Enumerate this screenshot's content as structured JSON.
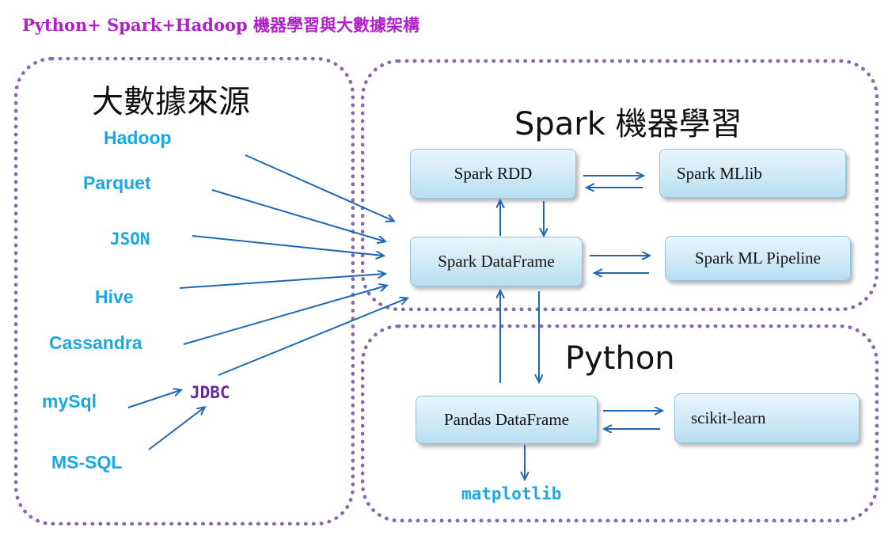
{
  "title": "Python+ Spark+Hadoop 機器學習與大數據架構",
  "colors": {
    "title": "#b020c8",
    "source_text": "#1aa7e3",
    "jdbc": "#6a2a9a",
    "arrow": "#1f66b5",
    "region_border": "#8a6aaa"
  },
  "regions": {
    "sources": {
      "heading": "大數據來源"
    },
    "spark": {
      "heading": "Spark 機器學習"
    },
    "python": {
      "heading": "Python"
    }
  },
  "sources": [
    "Hadoop",
    "Parquet",
    "JSON",
    "Hive",
    "Cassandra",
    "mySql",
    "MS-SQL"
  ],
  "jdbc": "JDBC",
  "boxes": {
    "spark_rdd": "Spark RDD",
    "spark_mllib": "Spark MLlib",
    "spark_dataframe": "Spark DataFrame",
    "spark_ml_pipeline": "Spark ML Pipeline",
    "pandas_dataframe": "Pandas DataFrame",
    "scikit_learn": "scikit-learn"
  },
  "matplotlib": "matplotlib"
}
